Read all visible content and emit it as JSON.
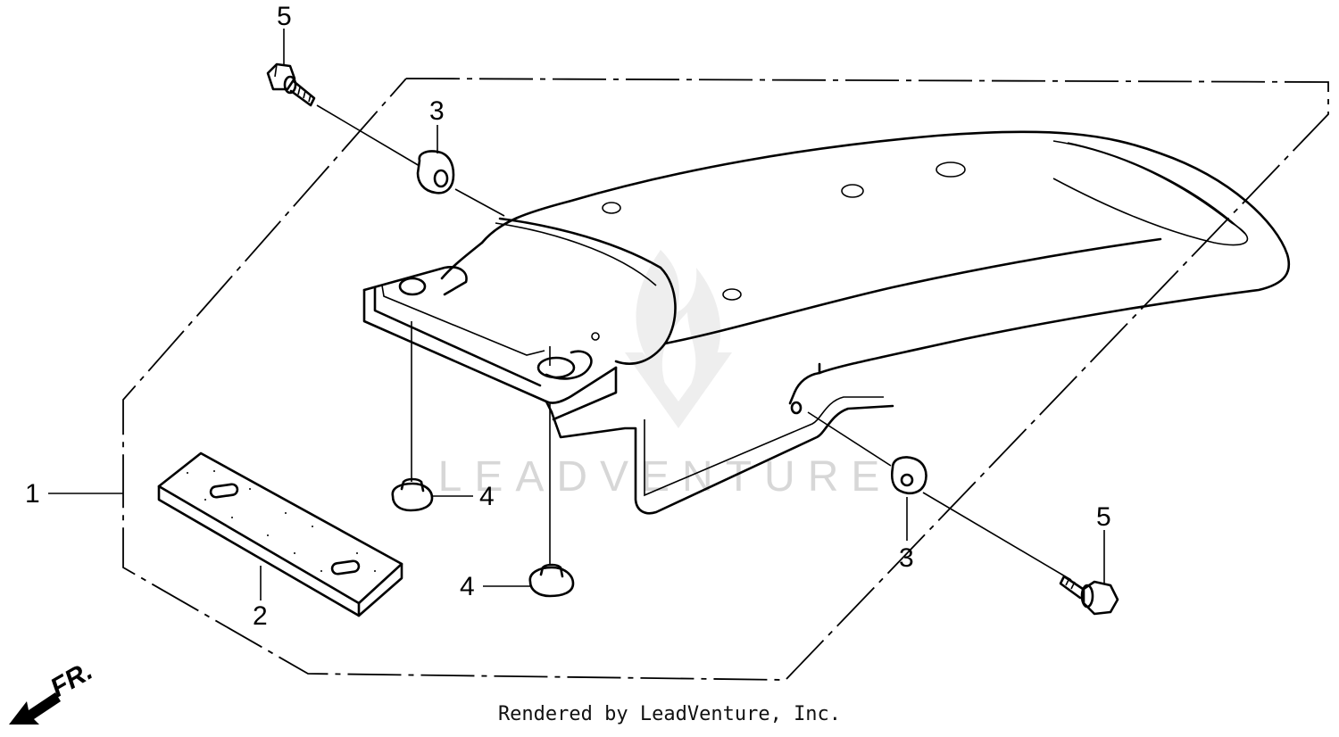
{
  "callouts": {
    "c1": "1",
    "c2": "2",
    "c3_top": "3",
    "c3_bottom": "3",
    "c4_upper": "4",
    "c4_lower": "4",
    "c5_top": "5",
    "c5_bottom": "5"
  },
  "direction": {
    "label": "FR.",
    "icon": "front-direction-arrow-icon"
  },
  "watermark": {
    "text": "LEADVENTURE",
    "icon": "flame-logo-icon"
  },
  "footer": {
    "credit": "Rendered by LeadVenture, Inc."
  }
}
